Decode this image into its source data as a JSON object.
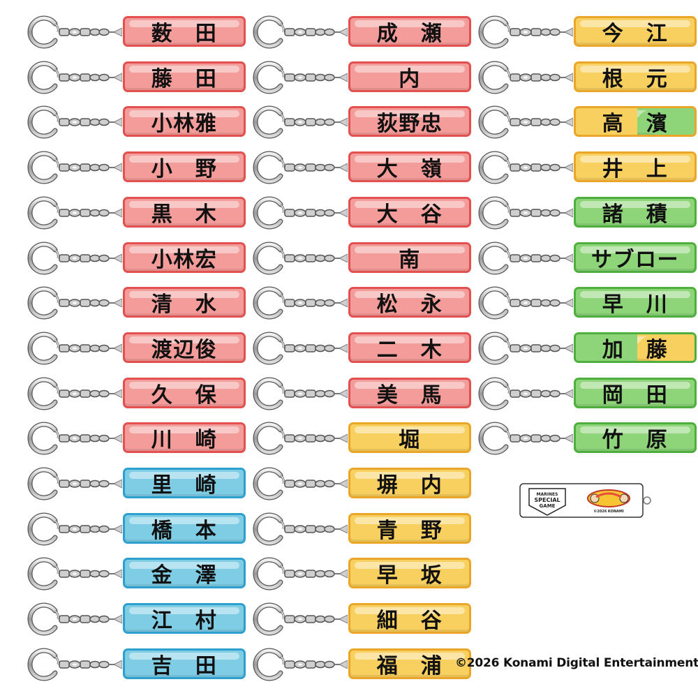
{
  "colors": {
    "red": {
      "fill": "#f39c9a",
      "border": "#e2504f"
    },
    "blue": {
      "fill": "#7fcde5",
      "border": "#2ea0cf"
    },
    "yellow": {
      "fill": "#f8d060",
      "border": "#e9a628"
    },
    "green": {
      "fill": "#8ed479",
      "border": "#4faf3e"
    }
  },
  "columns": [
    [
      {
        "name": "薮　田",
        "color": "red"
      },
      {
        "name": "藤　田",
        "color": "red"
      },
      {
        "name": "小林雅",
        "color": "red"
      },
      {
        "name": "小　野",
        "color": "red"
      },
      {
        "name": "黒　木",
        "color": "red"
      },
      {
        "name": "小林宏",
        "color": "red"
      },
      {
        "name": "清　水",
        "color": "red"
      },
      {
        "name": "渡辺俊",
        "color": "red"
      },
      {
        "name": "久　保",
        "color": "red"
      },
      {
        "name": "川　崎",
        "color": "red"
      },
      {
        "name": "里　崎",
        "color": "blue"
      },
      {
        "name": "橋　本",
        "color": "blue"
      },
      {
        "name": "金　澤",
        "color": "blue"
      },
      {
        "name": "江　村",
        "color": "blue"
      },
      {
        "name": "吉　田",
        "color": "blue"
      }
    ],
    [
      {
        "name": "成　瀬",
        "color": "red"
      },
      {
        "name": "内",
        "color": "red"
      },
      {
        "name": "荻野忠",
        "color": "red"
      },
      {
        "name": "大　嶺",
        "color": "red"
      },
      {
        "name": "大　谷",
        "color": "red"
      },
      {
        "name": "南",
        "color": "red"
      },
      {
        "name": "松　永",
        "color": "red"
      },
      {
        "name": "二　木",
        "color": "red"
      },
      {
        "name": "美　馬",
        "color": "red"
      },
      {
        "name": "堀",
        "color": "yellow"
      },
      {
        "name": "塀　内",
        "color": "yellow"
      },
      {
        "name": "青　野",
        "color": "yellow"
      },
      {
        "name": "早　坂",
        "color": "yellow"
      },
      {
        "name": "細　谷",
        "color": "yellow"
      },
      {
        "name": "福　浦",
        "color": "yellow"
      }
    ],
    [
      {
        "name": "今　江",
        "color": "yellow"
      },
      {
        "name": "根　元",
        "color": "yellow"
      },
      {
        "name": "高　濱",
        "color": "yellow",
        "color2": "green"
      },
      {
        "name": "井　上",
        "color": "yellow"
      },
      {
        "name": "諸　積",
        "color": "green"
      },
      {
        "name": "サブロー",
        "color": "green"
      },
      {
        "name": "早　川",
        "color": "green"
      },
      {
        "name": "加　藤",
        "color": "green",
        "color2": "yellow"
      },
      {
        "name": "岡　田",
        "color": "green"
      },
      {
        "name": "竹　原",
        "color": "green"
      }
    ]
  ],
  "sample_tag": {
    "logo_text_1": "MARINES",
    "logo_text_2": "SPECIAL",
    "logo_text_3": "GAME",
    "small_copyright": "©2026 KONAMI"
  },
  "copyright": "©2026 Konami Digital Entertainment"
}
